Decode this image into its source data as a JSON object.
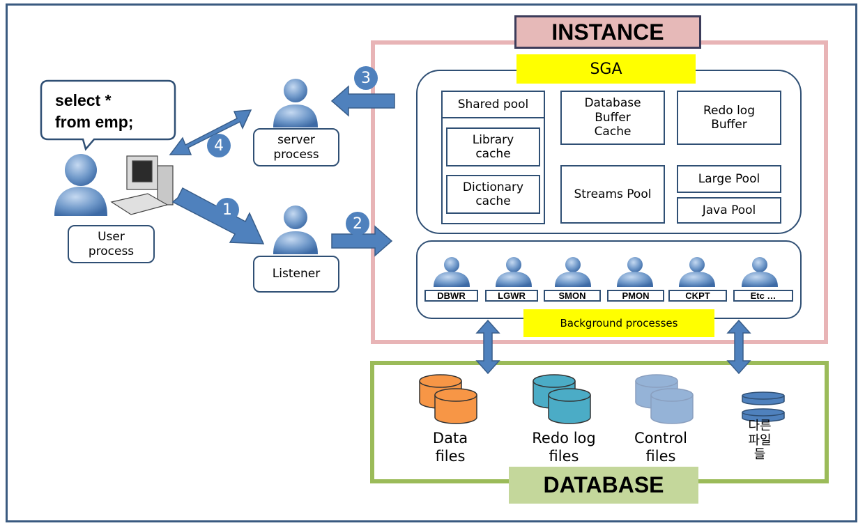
{
  "instance": {
    "title": "INSTANCE",
    "sga": {
      "label": "SGA",
      "shared_pool": "Shared pool",
      "library_cache": "Library\ncache",
      "dictionary_cache": "Dictionary\ncache",
      "db_buffer_cache": "Database\nBuffer\nCache",
      "redo_log_buffer": "Redo log\nBuffer",
      "streams_pool": "Streams Pool",
      "large_pool": "Large Pool",
      "java_pool": "Java Pool"
    },
    "background": {
      "label": "Background processes",
      "processes": [
        "DBWR",
        "LGWR",
        "SMON",
        "PMON",
        "CKPT",
        "Etc …"
      ]
    }
  },
  "database": {
    "title": "DATABASE",
    "files": [
      "Data\nfiles",
      "Redo log\nfiles",
      "Control\nfiles",
      "다른\n파일\n들"
    ]
  },
  "client": {
    "sql": "select  *\nfrom emp;",
    "user_process": "User\nprocess",
    "server_process": "server\nprocess",
    "listener": "Listener"
  },
  "steps": [
    "1",
    "2",
    "3",
    "4"
  ],
  "colors": {
    "frame": "#3a5a80",
    "instance_border": "#e8b4b6",
    "database_border": "#9bbb59",
    "sga_highlight": "#ffff00",
    "arrow": "#4f81bd",
    "data_files": "#f79646",
    "redo_files": "#4bacc6",
    "control_files": "#95b3d7",
    "other_files": "#4f81bd"
  }
}
